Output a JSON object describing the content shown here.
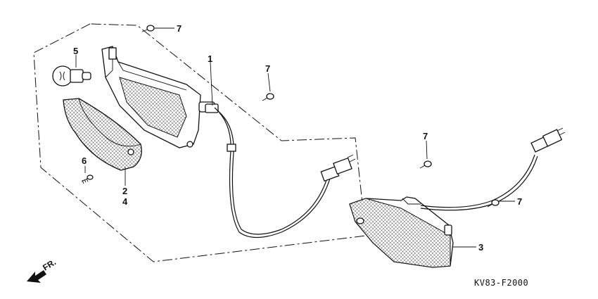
{
  "callouts": {
    "c1": "1",
    "c2": "2",
    "c3": "3",
    "c4": "4",
    "c5": "5",
    "c6": "6",
    "c7": "7"
  },
  "diagram_code": "KV83-F2000",
  "direction_label": "FR."
}
